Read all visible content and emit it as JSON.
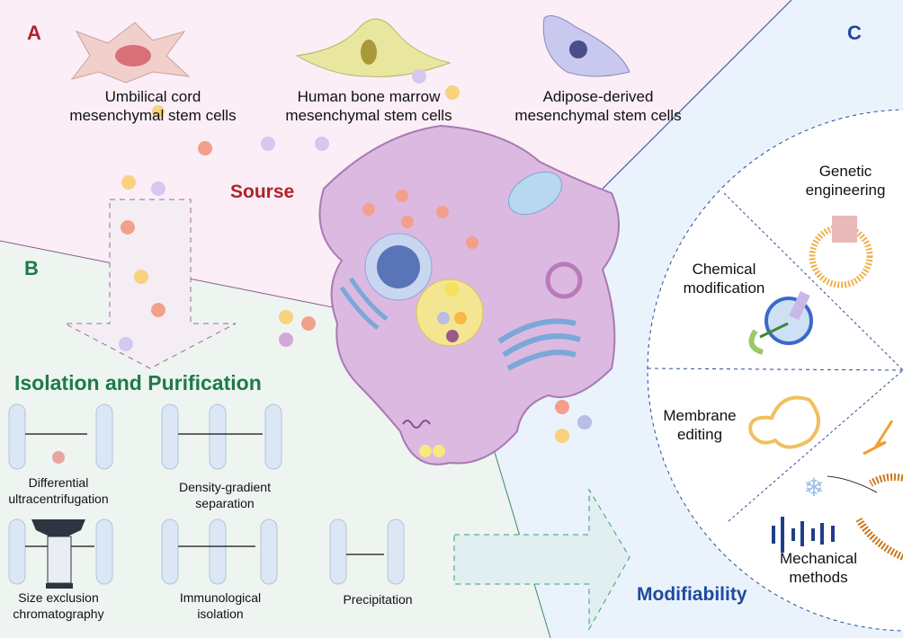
{
  "panels": {
    "a": "A",
    "b": "B",
    "c": "C"
  },
  "source": {
    "title": "Sourse",
    "cells": [
      {
        "label_1": "Umbilical cord",
        "label_2": "mesenchymal stem cells"
      },
      {
        "label_1": "Human bone marrow",
        "label_2": "mesenchymal stem cells"
      },
      {
        "label_1": "Adipose-derived",
        "label_2": "mesenchymal stem cells"
      }
    ]
  },
  "isolation": {
    "title": "Isolation and Purification",
    "methods": [
      {
        "label_1": "Differential",
        "label_2": "ultracentrifugation"
      },
      {
        "label_1": "Density-gradient",
        "label_2": "separation"
      },
      {
        "label_1": "Size exclusion",
        "label_2": "chromatography"
      },
      {
        "label_1": "Immunological",
        "label_2": "isolation"
      },
      {
        "label_1": "Precipitation",
        "label_2": ""
      }
    ]
  },
  "modifiability": {
    "title": "Modifiability",
    "methods": [
      {
        "label_1": "Genetic",
        "label_2": "engineering"
      },
      {
        "label_1": "Chemical",
        "label_2": "modification"
      },
      {
        "label_1": "Membrane",
        "label_2": "editing"
      },
      {
        "label_1": "Mechanical",
        "label_2": "methods"
      }
    ]
  },
  "colors": {
    "panel_a": "#b0232a",
    "panel_b": "#1e7a4a",
    "panel_c": "#1f4a9c",
    "source_bg": "#fbeef6",
    "isolation_bg": "#eef5f1",
    "modifiability_bg": "#eaf2fc",
    "cell": "#dcb9e0"
  }
}
